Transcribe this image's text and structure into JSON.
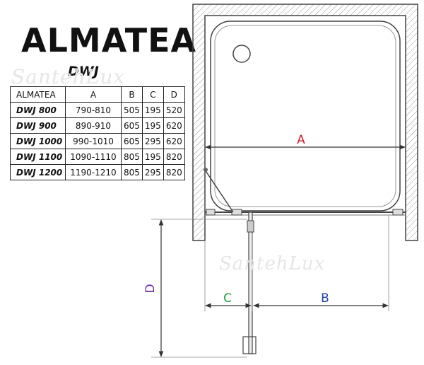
{
  "brand": "ALMATEA",
  "model": "DWJ",
  "watermark": "SantehLux",
  "table": {
    "header": [
      "ALMATEA",
      "A",
      "B",
      "C",
      "D"
    ],
    "rows": [
      {
        "name": "DWJ 800",
        "a": "790-810",
        "b": "505",
        "c": "195",
        "d": "520"
      },
      {
        "name": "DWJ 900",
        "a": "890-910",
        "b": "605",
        "c": "195",
        "d": "620"
      },
      {
        "name": "DWJ 1000",
        "a": "990-1010",
        "b": "605",
        "c": "295",
        "d": "620"
      },
      {
        "name": "DWJ 1100",
        "a": "1090-1110",
        "b": "805",
        "c": "195",
        "d": "820"
      },
      {
        "name": "DWJ 1200",
        "a": "1190-1210",
        "b": "805",
        "c": "295",
        "d": "820"
      }
    ]
  },
  "dimensions": {
    "a": "A",
    "b": "B",
    "c": "C",
    "d": "D"
  },
  "colors": {
    "a": "#d11a2a",
    "b": "#1c3fa8",
    "c": "#1a9c3a",
    "d": "#6a2aa0",
    "line": "#333333"
  }
}
